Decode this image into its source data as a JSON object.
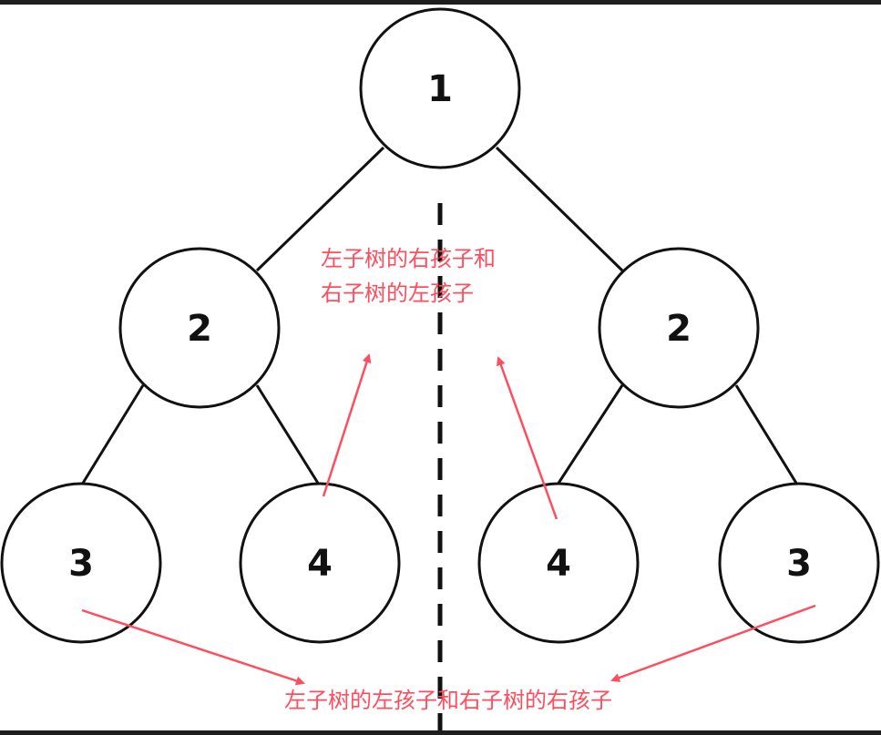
{
  "colors": {
    "background": "#ffffff",
    "frame": "#1e1e1e",
    "node_stroke": "#111111",
    "edge": "#111111",
    "divider": "#111111",
    "annotation": "#ff4d5e"
  },
  "tree": {
    "root": {
      "label": "1"
    },
    "left_child": {
      "label": "2"
    },
    "right_child": {
      "label": "2"
    },
    "left_left": {
      "label": "3"
    },
    "left_right": {
      "label": "4"
    },
    "right_left": {
      "label": "4"
    },
    "right_right": {
      "label": "3"
    }
  },
  "annotations": {
    "inner_line1": "左子树的右孩子和",
    "inner_line2": "右子树的左孩子",
    "outer": "左子树的左孩子和右子树的右孩子"
  }
}
